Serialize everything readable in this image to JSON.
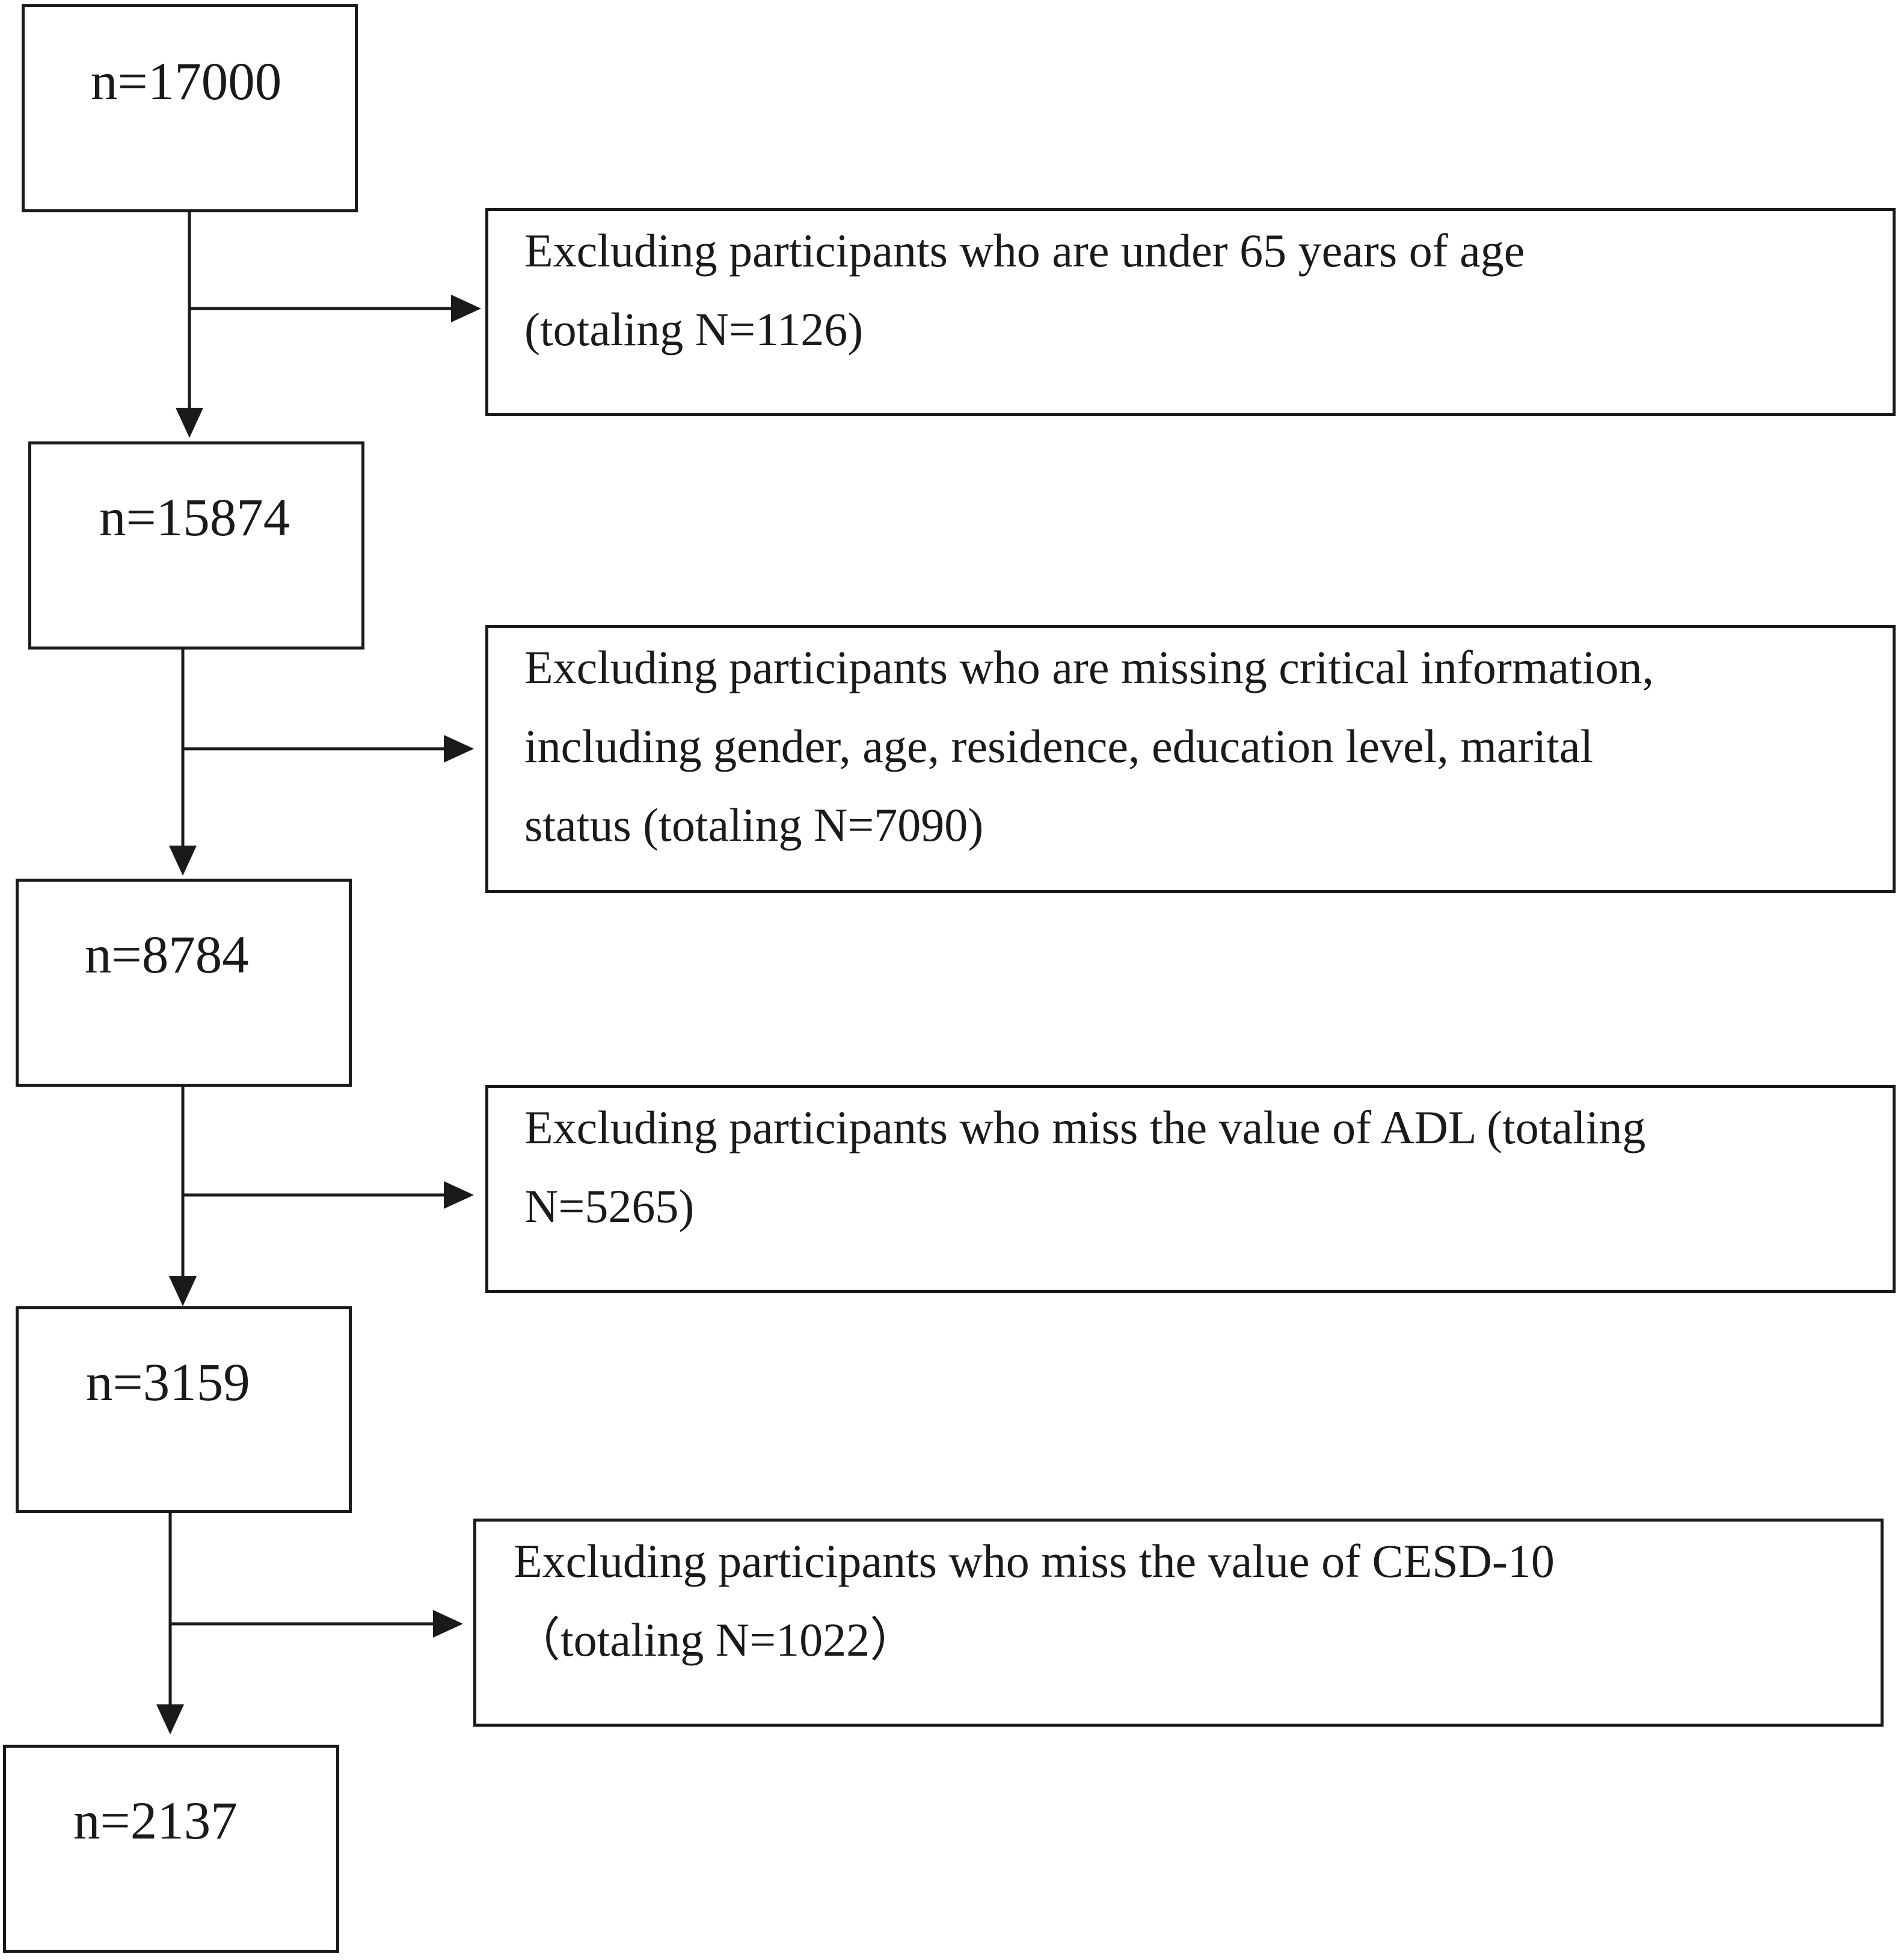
{
  "flowchart": {
    "counts": [
      {
        "label": "n=17000"
      },
      {
        "label": "n=15874"
      },
      {
        "label": "n=8784"
      },
      {
        "label": "n=3159"
      },
      {
        "label": "n=2137"
      }
    ],
    "exclusions": [
      {
        "lines": [
          "Excluding participants who are under 65 years of age",
          "(totaling N=1126)"
        ]
      },
      {
        "lines": [
          "Excluding participants who are missing critical information,",
          "including gender, age, residence, education level, marital",
          "status (totaling N=7090)"
        ]
      },
      {
        "lines": [
          "Excluding participants who miss the value of ADL (totaling",
          "N=5265)"
        ]
      },
      {
        "lines": [
          "Excluding participants who miss the value of CESD-10",
          "（totaling N=1022）"
        ]
      }
    ]
  }
}
